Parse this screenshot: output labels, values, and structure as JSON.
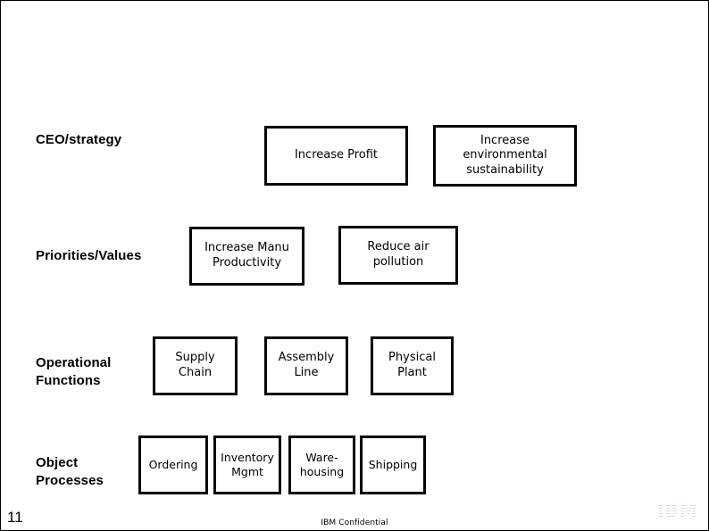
{
  "slide": {
    "page_number": "11",
    "footer_note": "IBM Confidential",
    "logo_text": "IBM",
    "logo_color": "#7f95b8",
    "border_color": "#000000",
    "background_color": "#ffffff"
  },
  "rows": [
    {
      "label": "CEO/strategy"
    },
    {
      "label": "Priorities/Values"
    },
    {
      "label": "Operational\nFunctions"
    },
    {
      "label": "Object\nProcesses"
    }
  ],
  "nodes": {
    "increase_profit": "Increase Profit",
    "increase_environmental_sustainability": "Increase\nenvironmental\nsustainability",
    "increase_manu_productivity": "Increase Manu\nProductivity",
    "reduce_air_pollution": "Reduce air\npollution",
    "supply_chain": "Supply\nChain",
    "assembly_line": "Assembly\nLine",
    "physical_plant": "Physical\nPlant",
    "ordering": "Ordering",
    "inventory_mgmt": "Inventory\nMgmt",
    "warehousing": "Ware-\nhousing",
    "shipping": "Shipping"
  }
}
